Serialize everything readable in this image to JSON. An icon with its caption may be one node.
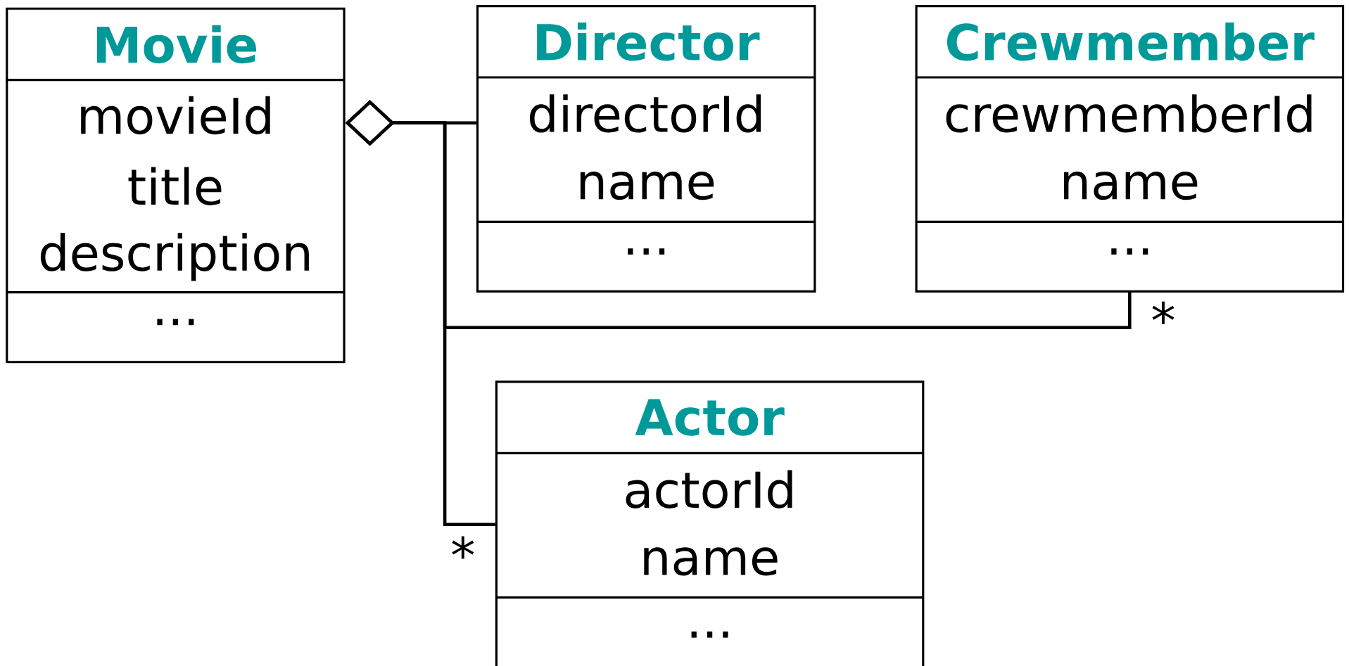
{
  "diagram": {
    "nodes": [
      {
        "text": [
          "Movie",
          "movieId",
          "title",
          "description",
          "..."
        ]
      },
      {
        "text": [
          "Director",
          "directorId",
          "name",
          "..."
        ]
      },
      {
        "text": [
          "Crewmember",
          "crewmemberId",
          "name",
          "..."
        ]
      },
      {
        "text": [
          "Actor",
          "actorId",
          "name",
          "..."
        ]
      }
    ],
    "edges": [
      {
        "from": 0,
        "to": 1,
        "arrow": "other"
      },
      {
        "from": 0,
        "to": 2,
        "arrow": "other",
        "label": "*"
      },
      {
        "from": 0,
        "to": 3,
        "arrow": "other",
        "label": "*"
      }
    ]
  }
}
